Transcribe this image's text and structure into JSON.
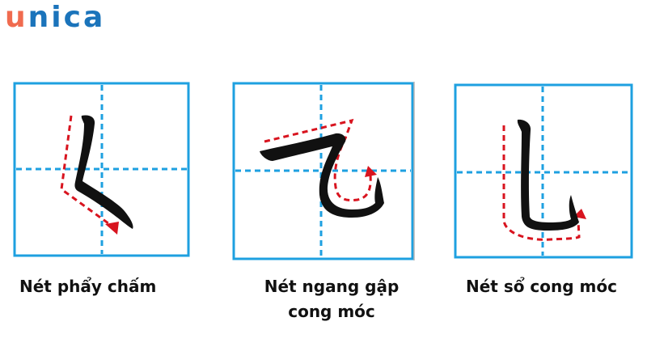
{
  "brand": {
    "logo_first_letter": "u",
    "logo_rest": "nica",
    "colors": {
      "u": "#f06b4f",
      "nica": "#1b74bb"
    }
  },
  "colors": {
    "grid_border": "#1ea0e0",
    "grid_dash": "#1ea0e0",
    "stroke_ink": "#111111",
    "guide_arrow": "#d8141f"
  },
  "strokes": [
    {
      "id": "phay-cham",
      "label": "Nét phẩy chấm",
      "label_lines": [
        "Nét phẩy chấm"
      ]
    },
    {
      "id": "ngang-gap-cong-moc",
      "label": "Nét ngang gập cong móc",
      "label_lines": [
        "Nét ngang gập",
        "cong móc"
      ]
    },
    {
      "id": "so-cong-moc",
      "label": "Nét sổ cong móc",
      "label_lines": [
        "Nét sổ cong móc"
      ]
    }
  ]
}
